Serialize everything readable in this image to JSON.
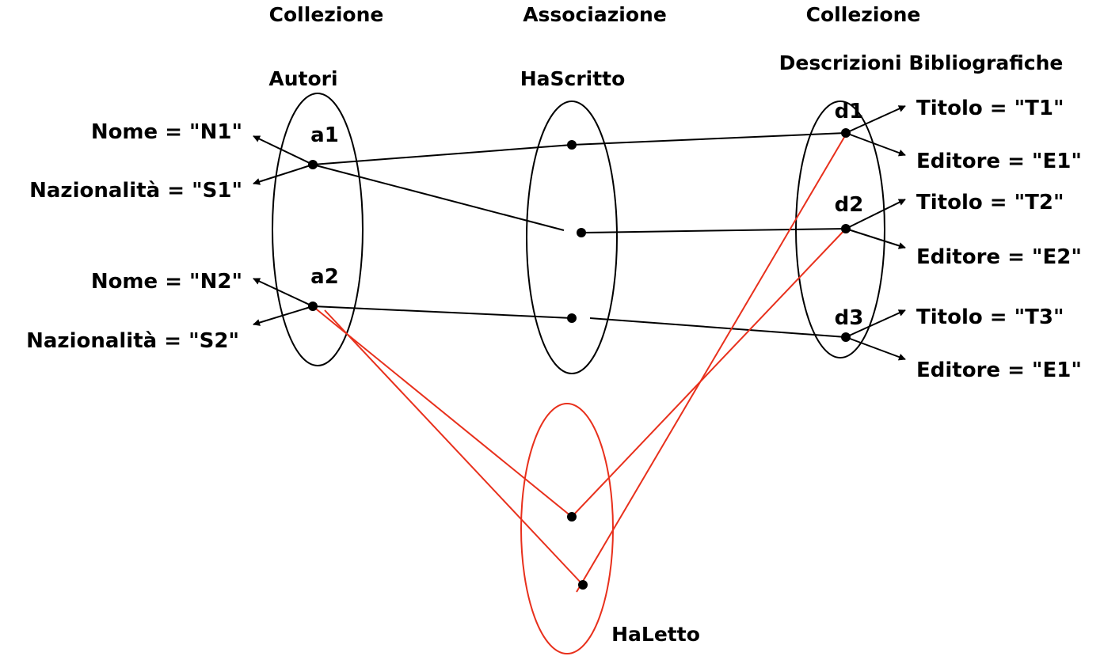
{
  "headers": {
    "col1_line1": "Collezione",
    "col1_line2": "Autori",
    "col2_line1": "Associazione",
    "col2_line2": "HaScritto",
    "col3_line1": "Collezione",
    "col3_line2": "Descrizioni Bibliografiche"
  },
  "relation2": "HaLetto",
  "authors": [
    {
      "id": "a1",
      "attr1": "Nome = \"N1\"",
      "attr2": "Nazionalità = \"S1\""
    },
    {
      "id": "a2",
      "attr1": "Nome = \"N2\"",
      "attr2": "Nazionalità = \"S2\""
    }
  ],
  "books": [
    {
      "id": "d1",
      "attr1": "Titolo = \"T1\"",
      "attr2": "Editore = \"E1\""
    },
    {
      "id": "d2",
      "attr1": "Titolo = \"T2\"",
      "attr2": "Editore = \"E2\""
    },
    {
      "id": "d3",
      "attr1": "Titolo = \"T3\"",
      "attr2": "Editore = \"E1\""
    }
  ],
  "colors": {
    "primary": "#000000",
    "secondary": "#e8301c"
  }
}
